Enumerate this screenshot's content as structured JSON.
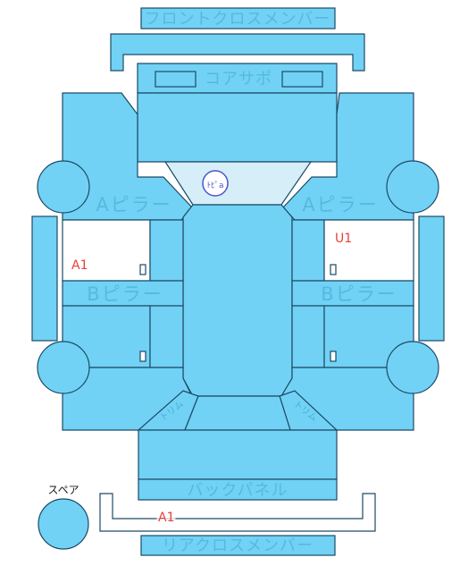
{
  "parts": {
    "front_cross_member": "フロントクロスメンバー",
    "core_support": "コアサポ",
    "a_pillar_left": "Aピラー",
    "a_pillar_right": "Aピラー",
    "b_pillar_left": "Bピラー",
    "b_pillar_right": "Bピラー",
    "back_panel": "バックパネル",
    "rear_cross_member": "リアクロスメンバー",
    "roof_trim_left": "トリム",
    "roof_trim_right": "トリム",
    "spare": "スペア"
  },
  "markers": {
    "core_circle": "ﾄﾋﾟa",
    "damage_left_door": "A1",
    "damage_right_door": "U1",
    "damage_rear": "A1"
  },
  "colors": {
    "body_fill": "#71d2f5",
    "glass_fill": "#d6eef7",
    "outline": "#1c4a66",
    "label": "#3fa6cf",
    "damage": "#e8403b"
  }
}
